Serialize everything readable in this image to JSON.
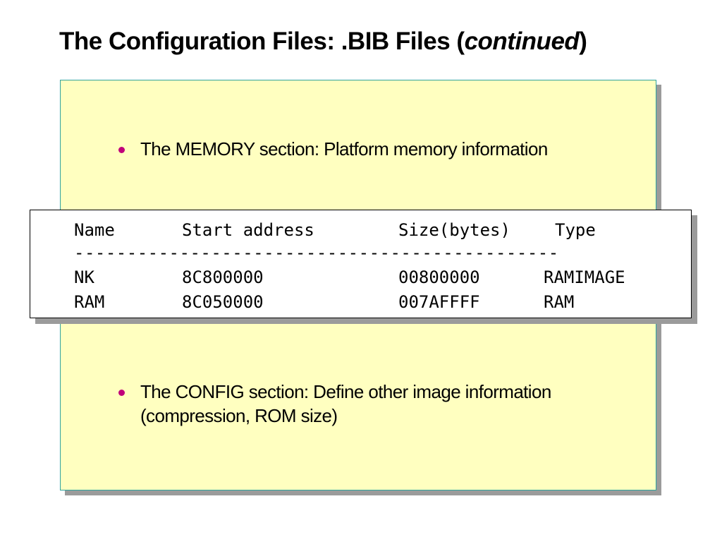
{
  "slide": {
    "title_prefix": "The Configuration Files: .BIB Files (",
    "title_italic": "continued",
    "title_suffix": ")"
  },
  "bullets": [
    {
      "lines": [
        "The MEMORY section: Platform memory information"
      ]
    },
    {
      "lines": [
        "The CONFIG section: Define other image information",
        "(compression, ROM size)"
      ]
    }
  ],
  "memory_table": {
    "headers": [
      "Name",
      "Start address",
      "Size(bytes)",
      "Type"
    ],
    "separator": "----------------------------------------------",
    "rows": [
      [
        "NK",
        "8C800000",
        "00800000",
        "RAMIMAGE"
      ],
      [
        "RAM",
        "8C050000",
        "007AFFFF",
        "RAM"
      ]
    ]
  },
  "colors": {
    "panel_background": "#ffffc0",
    "panel_border": "#2fa39e",
    "bullet_color": "#c0007a",
    "shadow": "#9b9b9b"
  }
}
